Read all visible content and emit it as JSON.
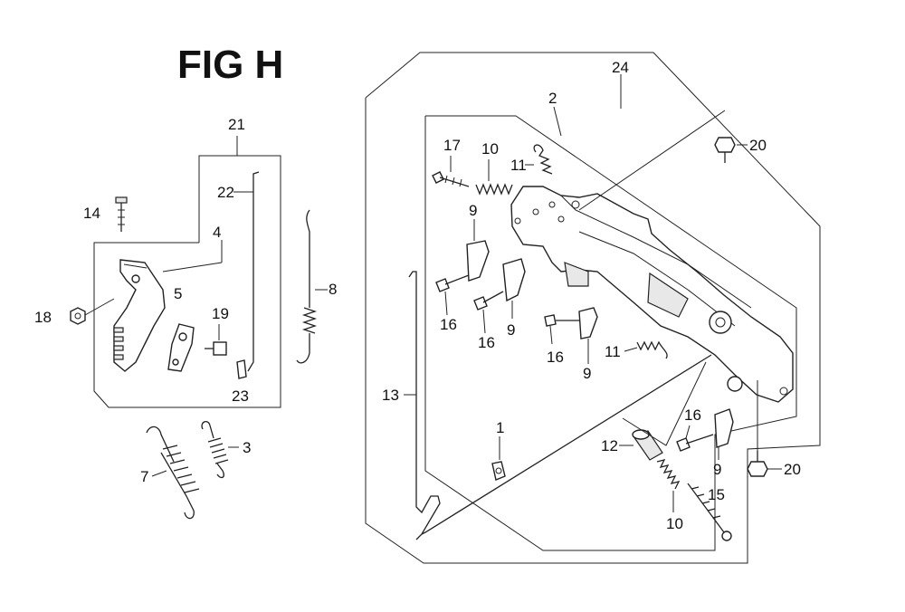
{
  "figure": {
    "title": "FIG H",
    "callouts": {
      "c1": "1",
      "c2": "2",
      "c3": "3",
      "c4": "4",
      "c5": "5",
      "c7": "7",
      "c8": "8",
      "c9a": "9",
      "c9b": "9",
      "c9c": "9",
      "c9d": "9",
      "c10a": "10",
      "c10b": "10",
      "c11a": "11",
      "c11b": "11",
      "c12": "12",
      "c13": "13",
      "c14": "14",
      "c15": "15",
      "c16a": "16",
      "c16b": "16",
      "c16c": "16",
      "c16d": "16",
      "c17": "17",
      "c18": "18",
      "c19": "19",
      "c20a": "20",
      "c20b": "20",
      "c21": "21",
      "c22": "22",
      "c23": "23",
      "c24": "24"
    }
  }
}
